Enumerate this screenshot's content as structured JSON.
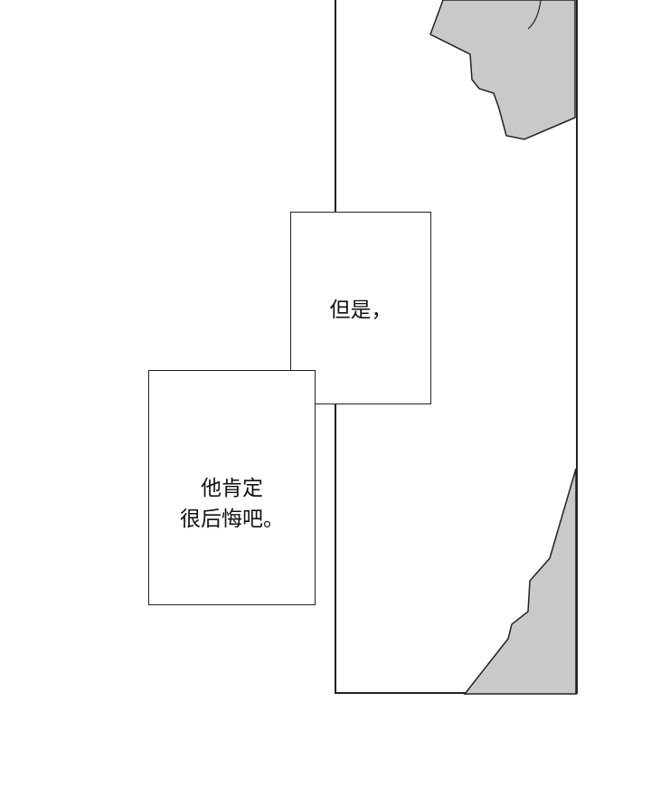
{
  "captions": [
    {
      "lines": [
        "但是，"
      ]
    },
    {
      "lines": [
        "他肯定",
        "很后悔吧。"
      ]
    }
  ],
  "colors": {
    "ink": "#222222",
    "screentone": "#c9c9c9"
  }
}
